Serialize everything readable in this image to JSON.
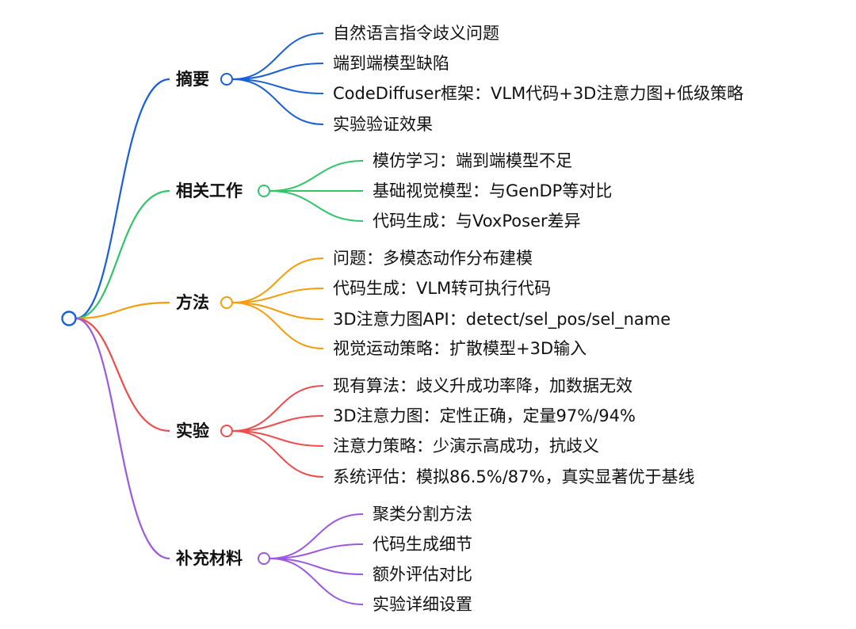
{
  "mindmap": {
    "root_color": "#1a5fd8",
    "branches": [
      {
        "label": "摘要",
        "color": "#1a5fd8",
        "children": [
          "自然语言指令歧义问题",
          "端到端模型缺陷",
          "CodeDiffuser框架：VLM代码+3D注意力图+低级策略",
          "实验验证效果"
        ]
      },
      {
        "label": "相关工作",
        "color": "#33c46a",
        "children": [
          "模仿学习：端到端模型不足",
          "基础视觉模型：与GenDP等对比",
          "代码生成：与VoxPoser差异"
        ]
      },
      {
        "label": "方法",
        "color": "#f59d0b",
        "children": [
          "问题：多模态动作分布建模",
          "代码生成：VLM转可执行代码",
          "3D注意力图API：detect/sel_pos/sel_name",
          "视觉运动策略：扩散模型+3D输入"
        ]
      },
      {
        "label": "实验",
        "color": "#ef4d4d",
        "children": [
          "现有算法：歧义升成功率降，加数据无效",
          "3D注意力图：定性正确，定量97%/94%",
          "注意力策略：少演示高成功，抗歧义",
          "系统评估：模拟86.5%/87%，真实显著优于基线"
        ]
      },
      {
        "label": "补充材料",
        "color": "#9b59e0",
        "children": [
          "聚类分割方法",
          "代码生成细节",
          "额外评估对比",
          "实验详细设置"
        ]
      }
    ]
  }
}
